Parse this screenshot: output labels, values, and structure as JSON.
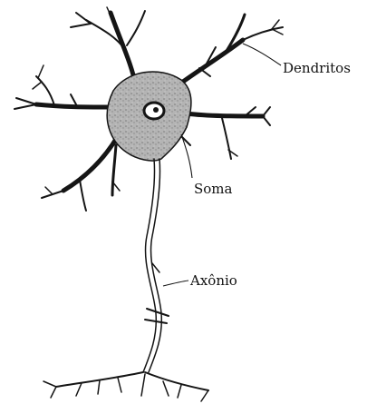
{
  "labels": {
    "dendrites": "Dendritos",
    "soma": "Soma",
    "axon": "Axônio"
  },
  "colors": {
    "ink": "#151515",
    "soma_fill": "#a9a9a9",
    "background": "#ffffff"
  }
}
